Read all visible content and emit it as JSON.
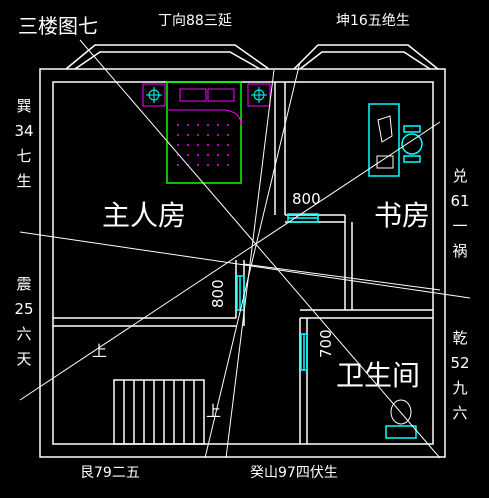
{
  "title": "三楼图七",
  "directions": {
    "top": "丁向88三延",
    "top_right": "坤16五绝生",
    "bottom_left": "艮79二五",
    "bottom": "癸山97四伏生",
    "left_upper": [
      "巽",
      "34",
      "七",
      "生"
    ],
    "left_lower": [
      "震",
      "25",
      "六",
      "天"
    ],
    "right_upper": [
      "兑",
      "61",
      "一",
      "祸"
    ],
    "right_lower": [
      "乾",
      "52",
      "九",
      "六"
    ]
  },
  "rooms": {
    "master": "主人房",
    "study": "书房",
    "bath": "卫生间"
  },
  "dimensions": {
    "top_door": "800",
    "left_door": "800",
    "right_door": "700"
  },
  "stairs": {
    "up_1": "上",
    "up_2": "上"
  },
  "colors": {
    "background": "#000000",
    "walls": "#ffffff",
    "furniture": "#00ff00",
    "accent": "#ff00ff",
    "fixtures": "#00ffff"
  }
}
